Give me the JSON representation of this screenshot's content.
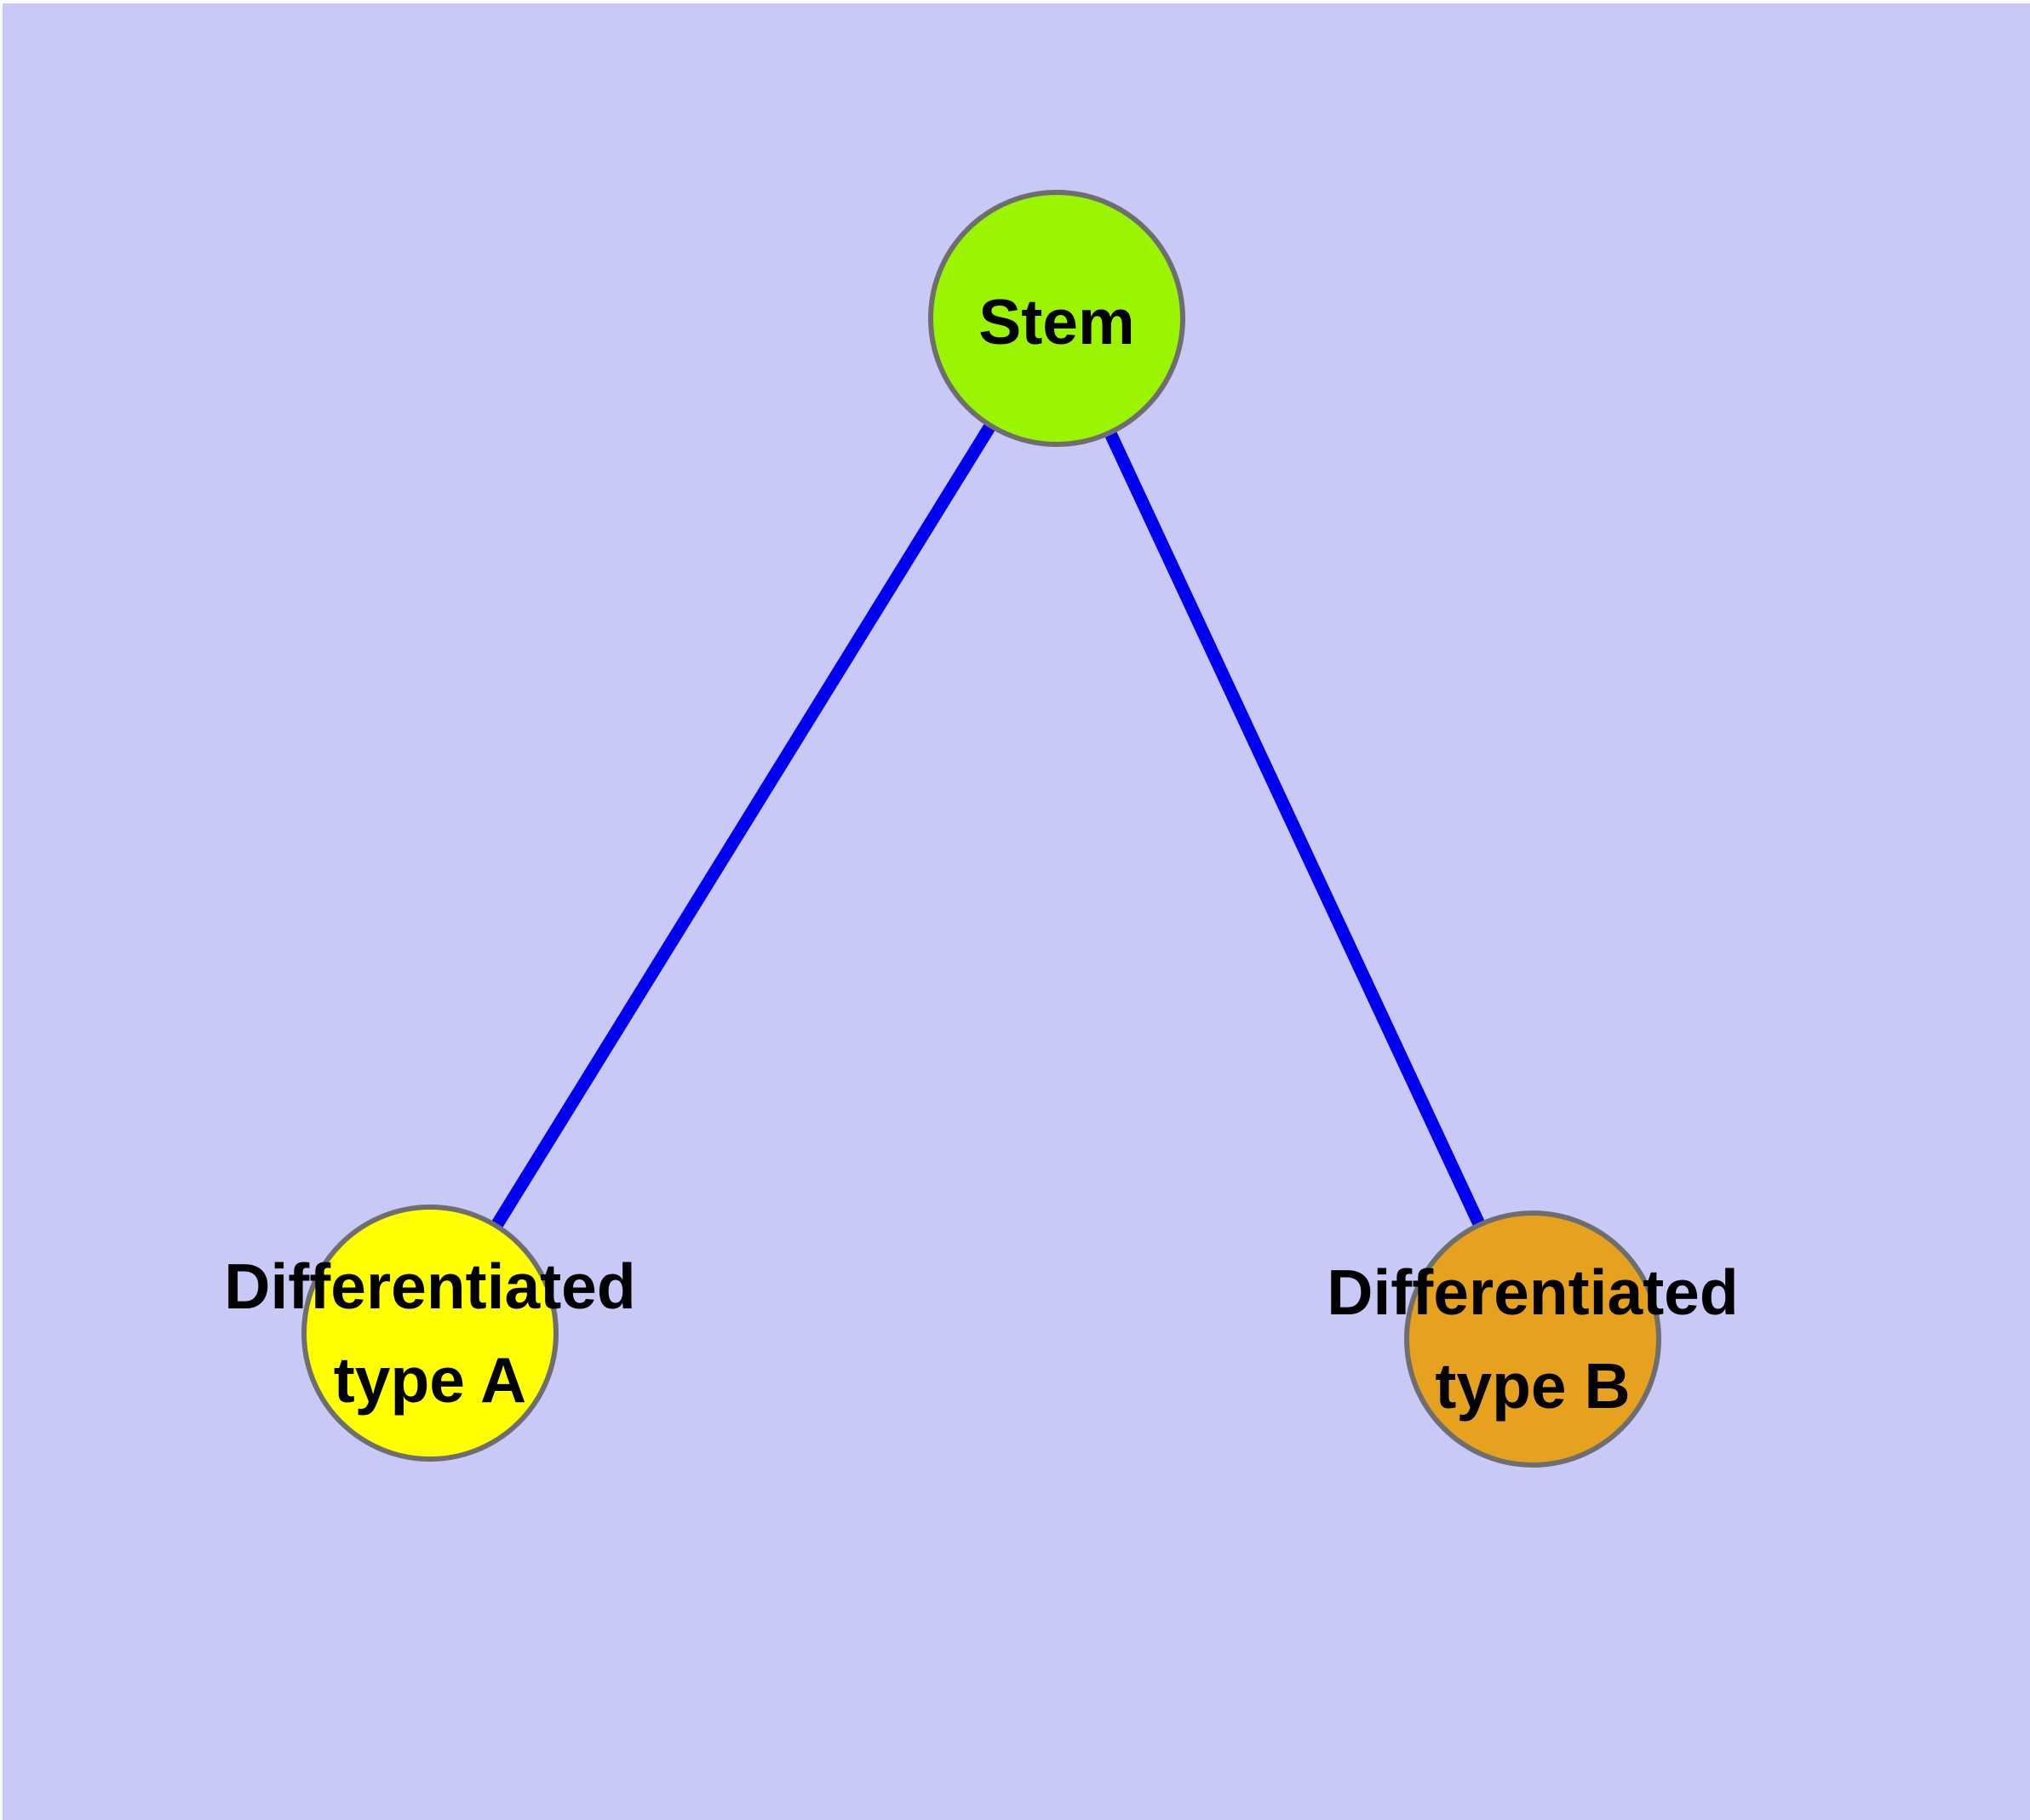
{
  "diagram": {
    "background_color": "#c9c9f8",
    "margin_color": "#ffffff",
    "edge_color": "#0000ee",
    "node_border_color": "#6e6e6e",
    "label_color": "#000000",
    "nodes": [
      {
        "id": "stem",
        "label": "Stem",
        "label_line1": "Stem",
        "label_line2": "",
        "fill": "#9bf500"
      },
      {
        "id": "type-a",
        "label": "Differentiated type A",
        "label_line1": "Differentiated",
        "label_line2": "type A",
        "fill": "#ffff00"
      },
      {
        "id": "type-b",
        "label": "Differentiated type B",
        "label_line1": "Differentiated",
        "label_line2": "type B",
        "fill": "#e6a11f"
      }
    ],
    "edges": [
      {
        "from": "Stem",
        "to": "Differentiated type A"
      },
      {
        "from": "Stem",
        "to": "Differentiated type B"
      }
    ]
  }
}
